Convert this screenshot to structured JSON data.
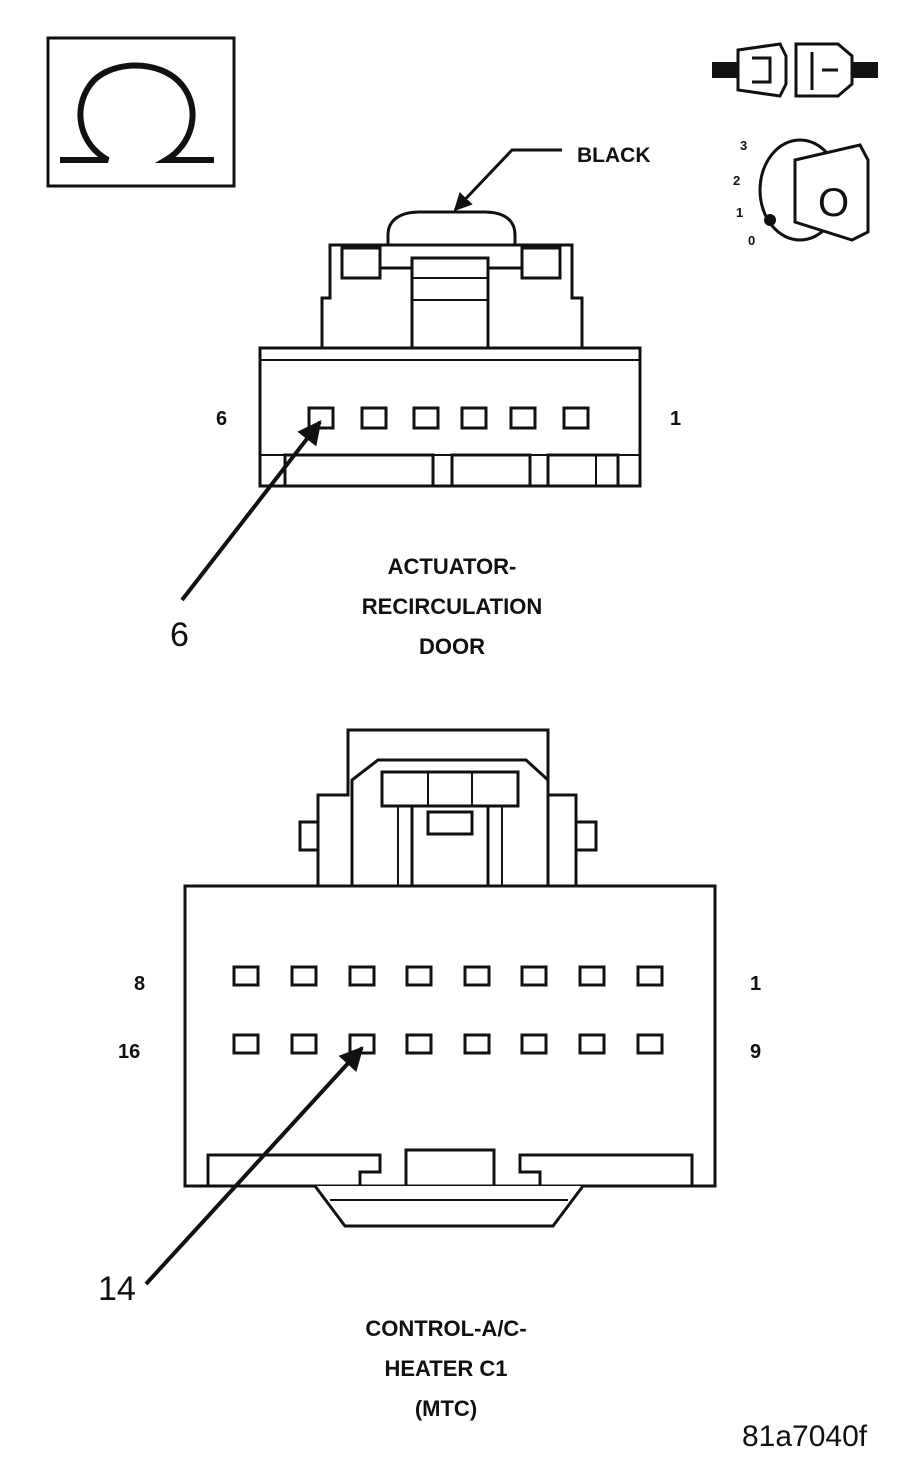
{
  "ignition_icon": {
    "positions": [
      "3",
      "2",
      "1",
      "0"
    ],
    "key_label": "O"
  },
  "connector_top": {
    "color_label": "BLACK",
    "pin_left_label": "6",
    "pin_right_label": "1",
    "callout_label": "6",
    "title_lines": [
      "ACTUATOR-",
      "RECIRCULATION",
      "DOOR"
    ]
  },
  "connector_bottom": {
    "row1_left_label": "8",
    "row1_right_label": "1",
    "row2_left_label": "16",
    "row2_right_label": "9",
    "callout_label": "14",
    "title_lines": [
      "CONTROL-A/C-",
      "HEATER C1",
      "(MTC)"
    ]
  },
  "figure_id": "81a7040f"
}
